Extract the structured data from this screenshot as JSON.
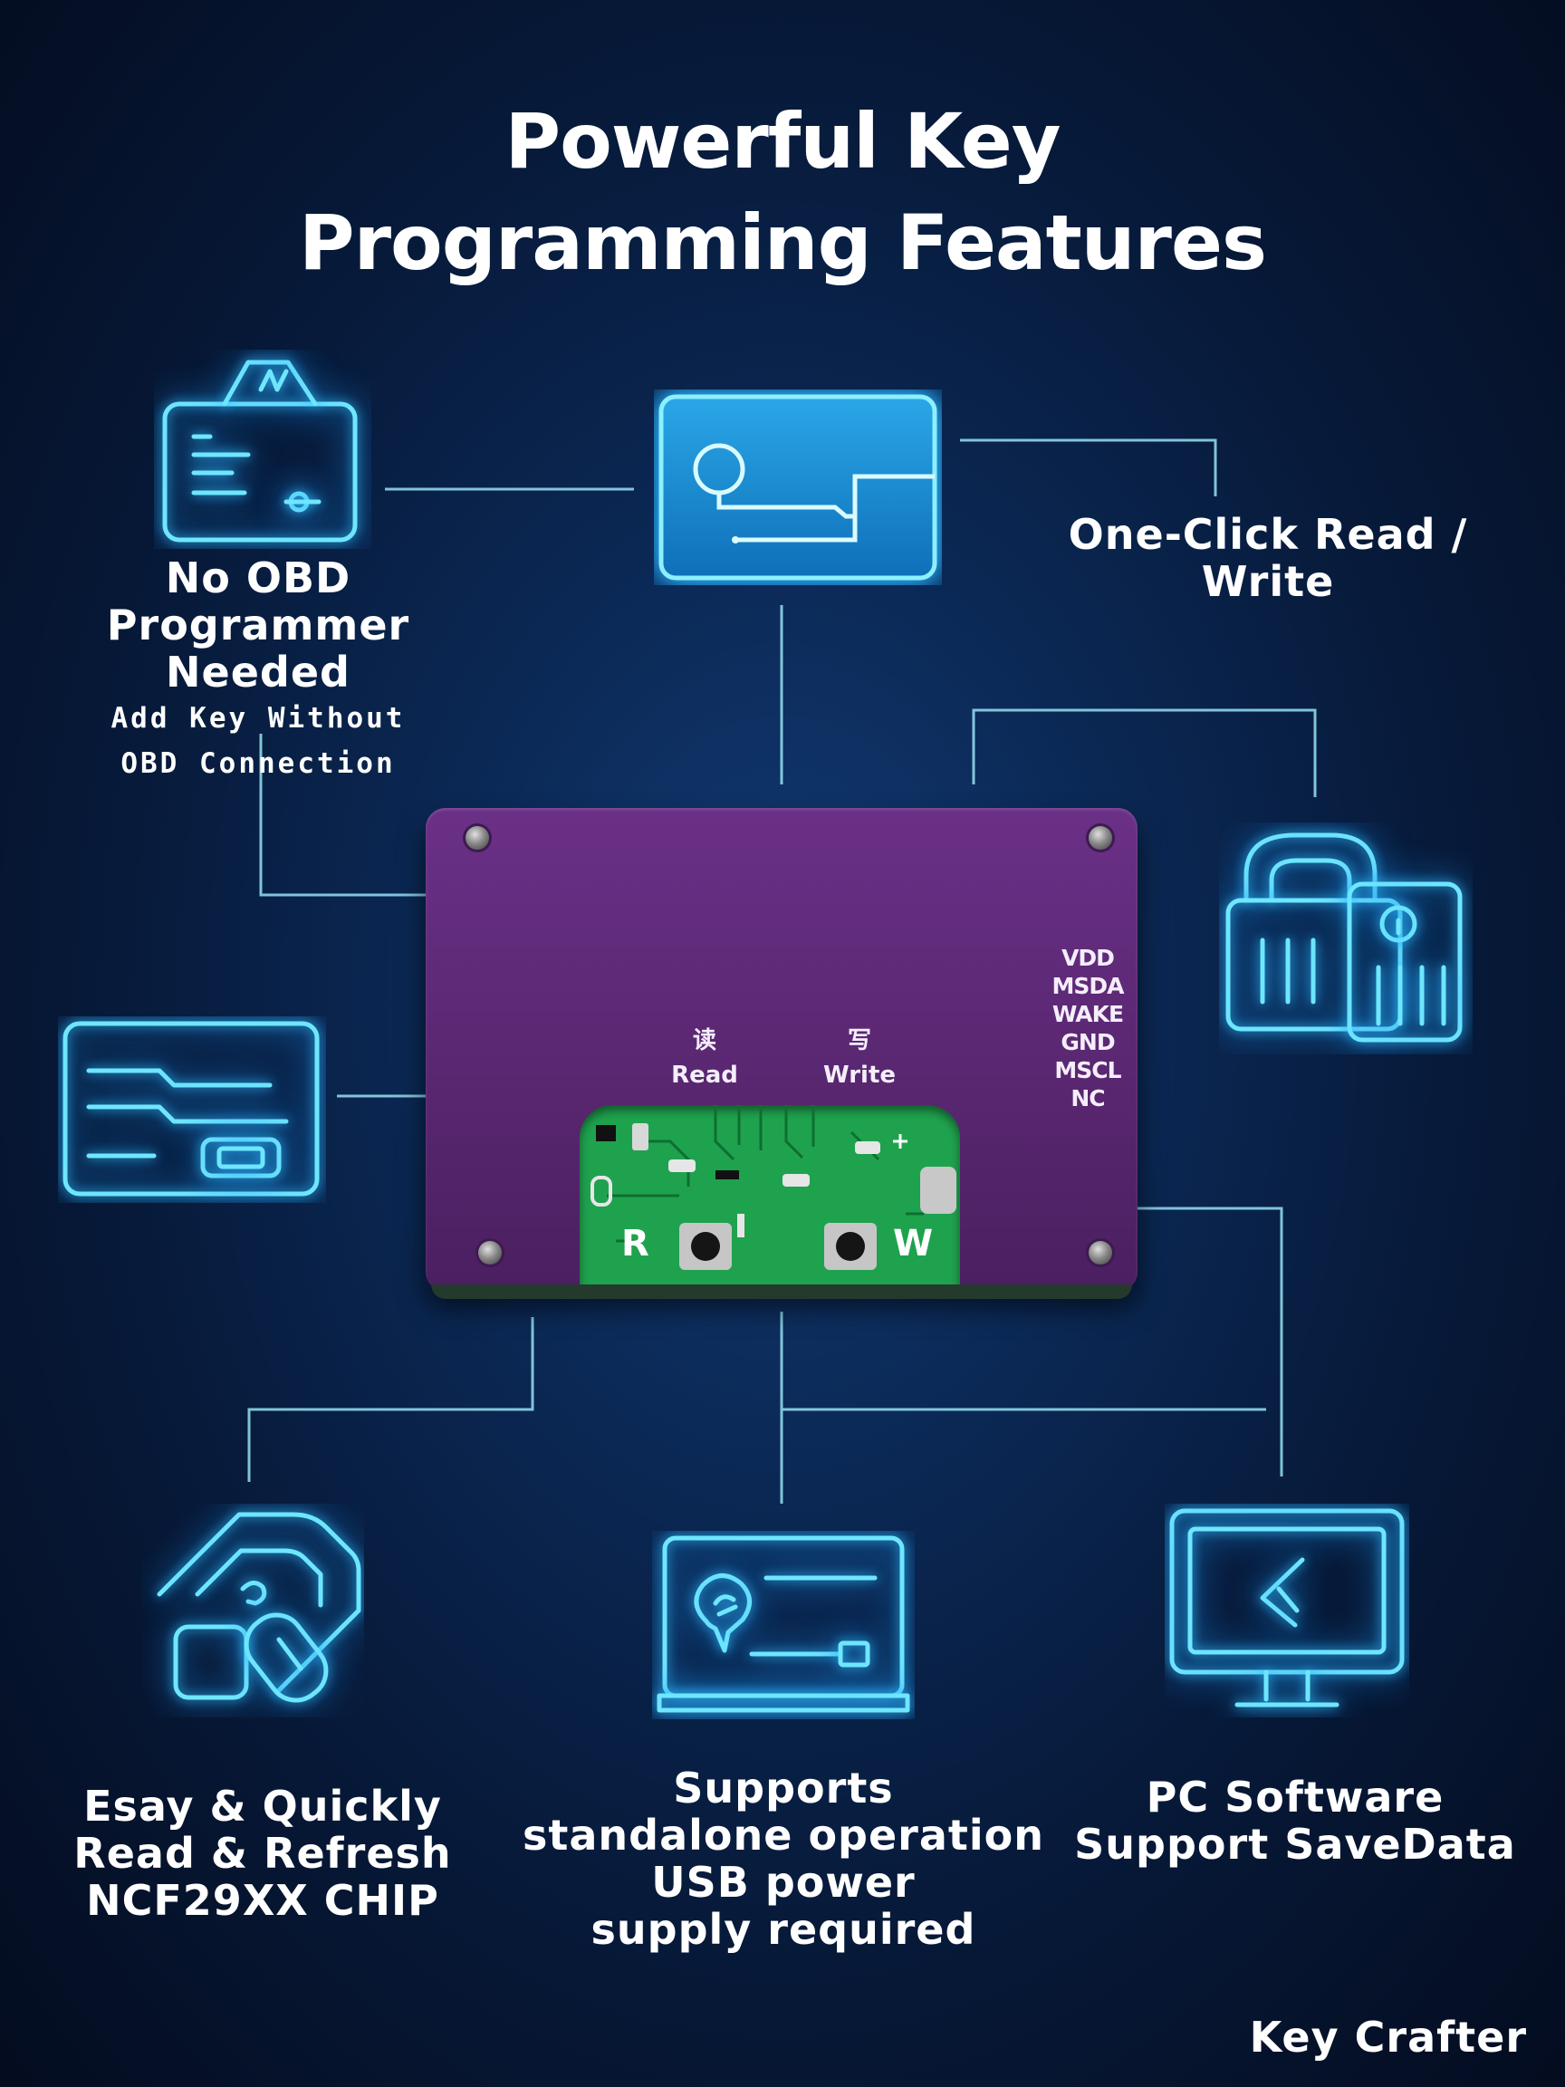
{
  "title": {
    "line1": "Powerful Key",
    "line2": "Programming Features"
  },
  "features": {
    "no_obd": {
      "title_line1": "No OBD",
      "title_line2": "Programmer Needed",
      "sub_line1": "Add Key Without",
      "sub_line2": "OBD Connection",
      "icon": "key-card-icon"
    },
    "one_click": {
      "title": "One-Click Read / Write",
      "icon": "read-write-panel-icon"
    },
    "lock": {
      "icon": "padlock-cards-icon"
    },
    "card": {
      "icon": "id-card-icon"
    },
    "read_refresh": {
      "line1": "Esay & Quickly",
      "line2": "Read & Refresh",
      "line3": "NCF29XX CHIP",
      "icon": "chip-key-icon"
    },
    "standalone": {
      "line1": "Supports",
      "line2": "standalone operation",
      "line3": "USB power",
      "line4": "supply required",
      "icon": "laptop-icon"
    },
    "pc_software": {
      "line1": "PC Software",
      "line2": "Support SaveData",
      "icon": "monitor-icon"
    }
  },
  "device": {
    "read_cn": "读",
    "read_en": "Read",
    "write_cn": "写",
    "write_en": "Write",
    "pins": [
      "VDD",
      "MSDA",
      "WAKE",
      "GND",
      "MSCL",
      "NC"
    ],
    "silk_r": "R",
    "silk_w": "W"
  },
  "brand": "Key Crafter",
  "colors": {
    "glow": "#6fe6ff",
    "device_purple": "#5e2a78",
    "pcb_green": "#1fa24e"
  }
}
